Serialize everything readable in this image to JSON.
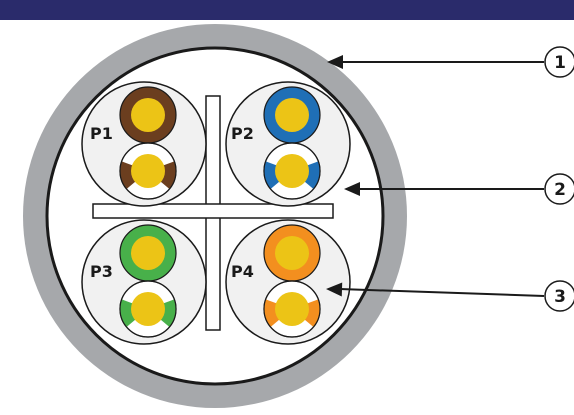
{
  "colors": {
    "header_bar": "#2a2b6b",
    "jacket": "#a6a8ab",
    "core_fill": "#ffffff",
    "pair_fill": "#f1f1f1",
    "separator_fill": "#ffffff",
    "conductor": "#ecc416",
    "outline": "#1a1a1a",
    "white_insulation": "#ffffff",
    "brown": "#6b3e1f",
    "blue": "#1f6fb6",
    "green": "#48b04a",
    "orange": "#f38f1f"
  },
  "pairs": [
    {
      "label": "P1",
      "color_name": "brown"
    },
    {
      "label": "P2",
      "color_name": "blue"
    },
    {
      "label": "P3",
      "color_name": "green"
    },
    {
      "label": "P4",
      "color_name": "orange"
    }
  ],
  "callouts": [
    {
      "number": "1"
    },
    {
      "number": "2"
    },
    {
      "number": "3"
    }
  ]
}
